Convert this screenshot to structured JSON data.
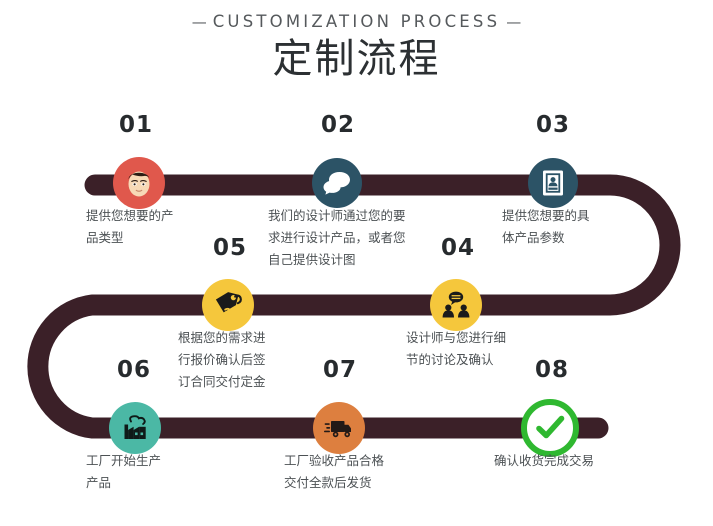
{
  "header": {
    "eyebrow": "CUSTOMIZATION PROCESS",
    "dash_left": "—",
    "dash_right": "—",
    "title_cn": "定制流程"
  },
  "colors": {
    "path": "#3b2028",
    "background": "#ffffff",
    "title": "#2c3033",
    "eyebrow": "#55595c",
    "number": "#272b2e",
    "description": "#4c5154",
    "node_01": "#e0584c",
    "node_02": "#2c5366",
    "node_03": "#2c5366",
    "node_04": "#f5c73c",
    "node_05": "#f5c73c",
    "node_06": "#4bb8a5",
    "node_07": "#dd7f3f",
    "node_08": "#2fb830"
  },
  "steps": [
    {
      "id": "01",
      "number": "01",
      "icon": "user-face-icon",
      "color": "#e0584c",
      "description": "提供您想要的产\n品类型"
    },
    {
      "id": "02",
      "number": "02",
      "icon": "speech-bubbles-icon",
      "color": "#2c5366",
      "description": "我们的设计师通过您的要\n求进行设计产品，或者您\n自己提供设计图"
    },
    {
      "id": "03",
      "number": "03",
      "icon": "id-card-document-icon",
      "color": "#2c5366",
      "description": "提供您想要的具\n体产品参数"
    },
    {
      "id": "04",
      "number": "04",
      "icon": "people-discussion-icon",
      "color": "#f5c73c",
      "description": "设计师与您进行细\n节的讨论及确认"
    },
    {
      "id": "05",
      "number": "05",
      "icon": "price-tag-icon",
      "color": "#f5c73c",
      "description": "根据您的需求进\n行报价确认后签\n订合同交付定金"
    },
    {
      "id": "06",
      "number": "06",
      "icon": "factory-icon",
      "color": "#4bb8a5",
      "description": "工厂开始生产\n产品"
    },
    {
      "id": "07",
      "number": "07",
      "icon": "delivery-truck-icon",
      "color": "#dd7f3f",
      "description": "工厂验收产品合格\n交付全款后发货"
    },
    {
      "id": "08",
      "number": "08",
      "icon": "check-circle-icon",
      "color": "#2fb830",
      "description": "确认收货完成交易"
    }
  ]
}
